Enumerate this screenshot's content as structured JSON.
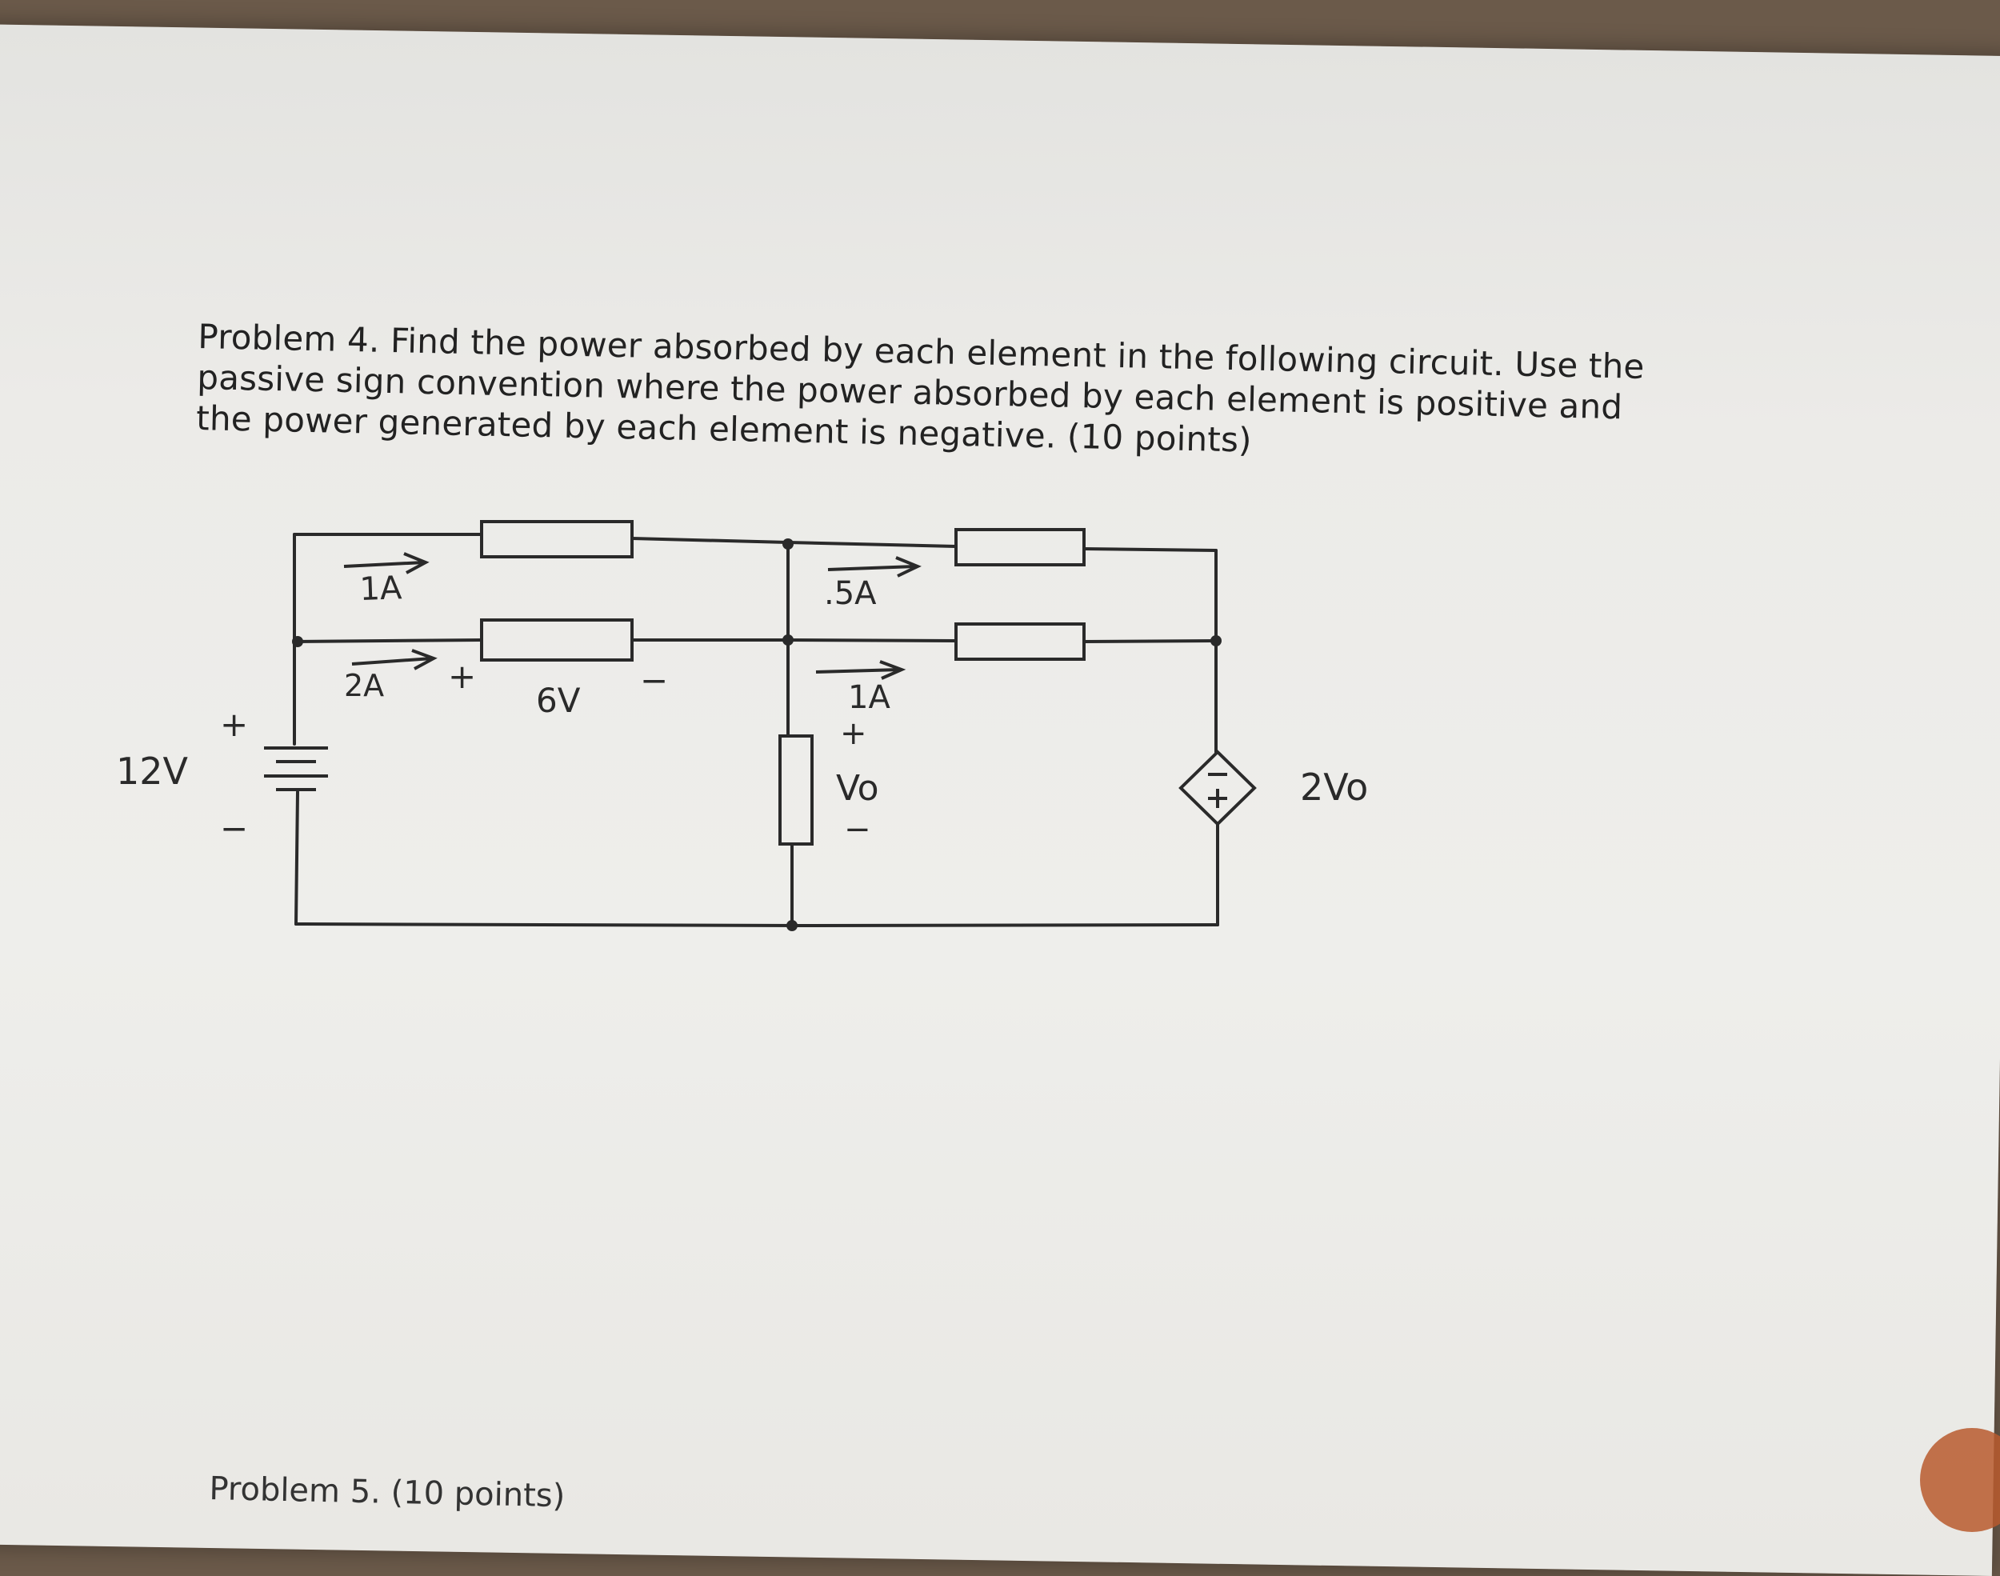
{
  "problem": {
    "line1": "Problem 4. Find the power absorbed by each element in the following circuit. Use the",
    "line2": "passive sign convention where the power absorbed by each element is positive and",
    "line3": "the power generated by each element is negative. (10 points)"
  },
  "circuit": {
    "top_branch_current": "1A",
    "middle_branch_current": "2A",
    "right_top_current": ".5A",
    "right_mid_current": "1A",
    "resistor_voltage": "6V",
    "source_voltage": "12V",
    "vo_label": "Vo",
    "dependent_source_label": "2Vo",
    "plus_sign": "+",
    "minus_sign": "−"
  },
  "footer": {
    "next_problem": "Problem 5. (10 points)"
  }
}
